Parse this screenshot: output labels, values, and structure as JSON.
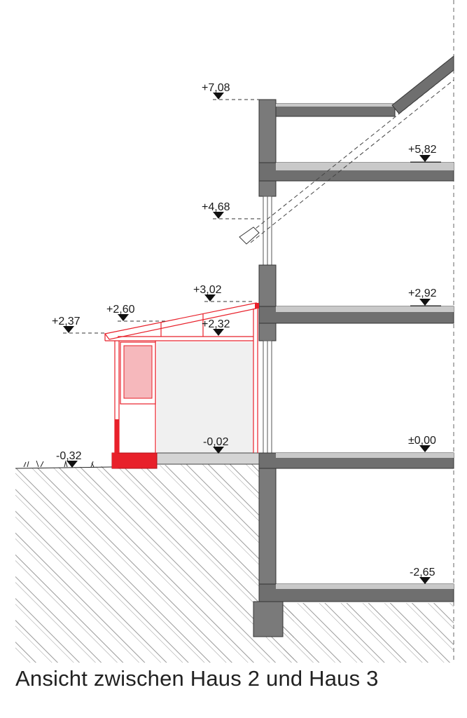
{
  "levels": {
    "roof_top": "+7,08",
    "upper_floor": "+5,82",
    "window_head": "+4,68",
    "annex_ridge": "+3,02",
    "annex_mid": "+2,60",
    "annex_eave": "+2,37",
    "annex_ceiling": "+2,32",
    "first_floor": "+2,92",
    "annex_floor": "-0,02",
    "ground_floor": "±0,00",
    "terrain": "-0,32",
    "basement": "-2,65"
  },
  "caption": "Ansicht zwischen Haus 2 und Haus 3",
  "colors": {
    "wall": "#7a7a7a",
    "slab": "#6f6f6f",
    "slab_finish": "#c9c9c9",
    "annex_red": "#e8202a",
    "annex_fill": "#f0f0f0",
    "window_fill": "#f6b8bc",
    "hatch": "#9a9a9a"
  }
}
